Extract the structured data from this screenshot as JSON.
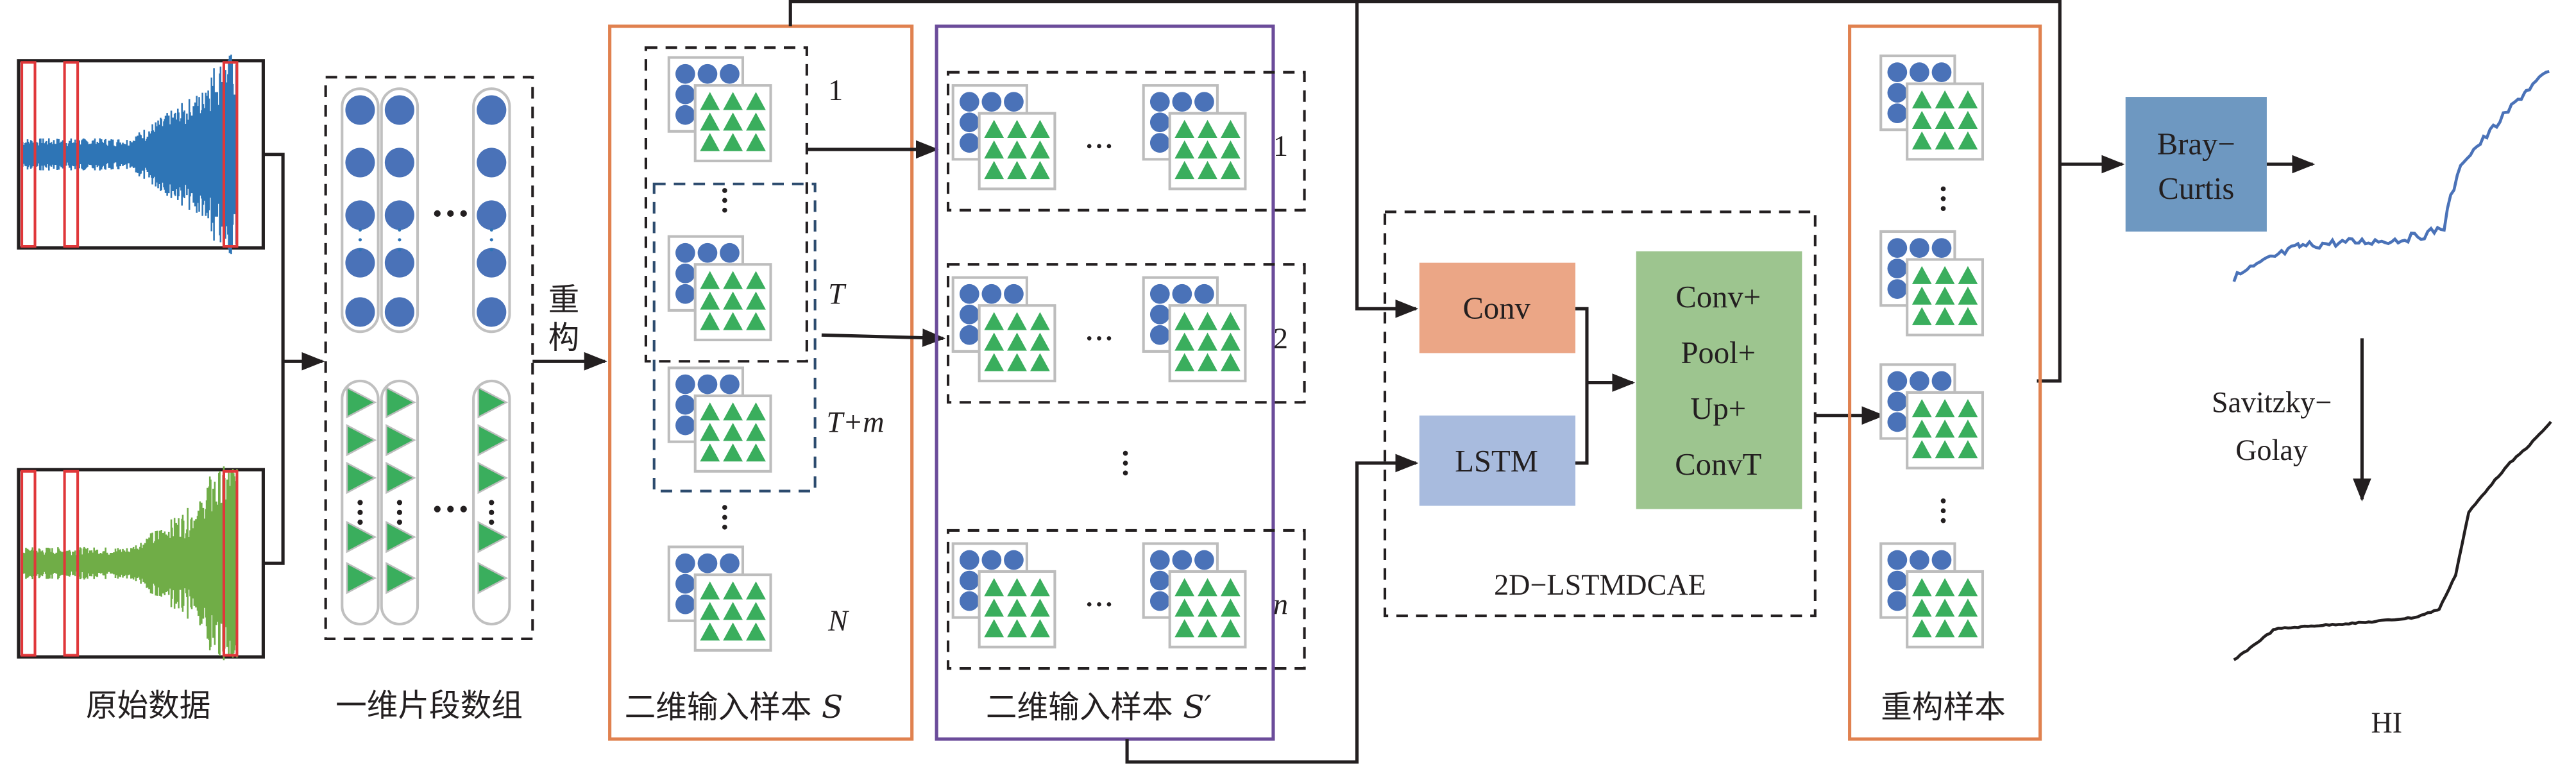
{
  "colors": {
    "signal_top": "#2e75b6",
    "signal_bottom": "#70ad47",
    "window_marker": "#e0373a",
    "circle": "#4a72b8",
    "triangle": "#3aae5d",
    "box_S": "#e0814f",
    "box_Sprime": "#6b4c9a",
    "box_recon": "#e0814f",
    "conv": "#eba686",
    "lstm": "#a8bbde",
    "decoder": "#9dc58f",
    "bray_curtis": "#6e98c1",
    "hi_raw": "#4a72b8",
    "hi_smooth": "#231f20"
  },
  "stages": {
    "raw_data": {
      "label": "原始数据",
      "signals": [
        "vibration-signal-horizontal",
        "vibration-signal-vertical"
      ]
    },
    "segment_array": {
      "label": "一维片段数组",
      "ellipsis": "…"
    },
    "reshape": {
      "label_line1": "重",
      "label_line2": "构"
    },
    "input_S": {
      "label": "二维输入样本",
      "symbol": "S",
      "indices": [
        "1",
        "T",
        "T+m",
        "N"
      ]
    },
    "input_Sprime": {
      "label": "二维输入样本",
      "symbol": "S′",
      "rows": [
        "1",
        "2",
        "n"
      ],
      "ellipsis": "···"
    },
    "model": {
      "label": "2D−LSTMDCAE",
      "conv": "Conv",
      "lstm": "LSTM",
      "decoder_lines": [
        "Conv+",
        "Pool+",
        "Up+",
        "ConvT"
      ]
    },
    "reconstruction": {
      "label": "重构样本"
    },
    "bray_curtis": {
      "line1": "Bray−",
      "line2": "Curtis"
    },
    "smoothing": {
      "line1": "Savitzky−",
      "line2": "Golay"
    },
    "hi": {
      "label": "HI"
    }
  }
}
